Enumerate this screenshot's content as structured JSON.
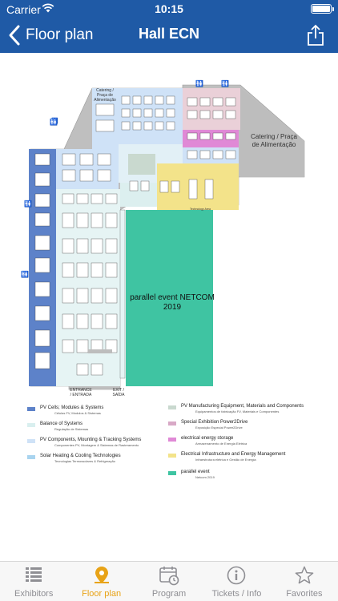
{
  "status_bar": {
    "carrier": "Carrier",
    "time": "10:15"
  },
  "nav": {
    "back_label": "Floor plan",
    "title": "Hall ECN"
  },
  "floor_plan": {
    "catering_left": "Catering / Praça de Alimentação",
    "catering_right": "Catering / Praça de Alimentação",
    "parallel_event": "parallel event NETCOM 2019",
    "entrance": "ENTRANCE / ENTRADA",
    "exit": "EXIT / SAÍDA",
    "tech_area": "Technology Area"
  },
  "legend": [
    {
      "label": "PV Cells; Modules & Systems",
      "sub": "Células FV, Modulos & Sistemas",
      "color": "#5d82c9"
    },
    {
      "label": "Balance of Systems",
      "sub": "Regulação de Sistemas",
      "color": "#d9efef"
    },
    {
      "label": "PV Components, Mounting & Tracking Systems",
      "sub": "Componentes PV, Montagem & Sistemas de Rastreamento",
      "color": "#cfe2f7"
    },
    {
      "label": "Solar Heating & Cooling Technologies",
      "sub": "Tecnologias Termossolares & Refrigeração",
      "color": "#a9d4ef"
    },
    {
      "label": "PV Manufacturing Equipment, Materials and Components",
      "sub": "Equipamentos de fabricação FV, Materiais e Componentes",
      "color": "#c9d9cf"
    },
    {
      "label": "Special Exhibition Power2Drive",
      "sub": "Exposição Especial Power2Drive",
      "color": "#d8a9c6"
    },
    {
      "label": "electrical energy storage",
      "sub": "Armazenamento de Energia Elétrica",
      "color": "#e089d6"
    },
    {
      "label": "Electrical Infrastructure and Energy Management",
      "sub": "Infraestrutura elétrica e Gestão de Energia",
      "color": "#f3e38a"
    },
    {
      "label": "parallel event",
      "sub": "Netcom 2019",
      "color": "#3fc4a2"
    }
  ],
  "tabs": [
    {
      "label": "Exhibitors",
      "icon": "list-icon"
    },
    {
      "label": "Floor plan",
      "icon": "map-pin-icon"
    },
    {
      "label": "Program",
      "icon": "calendar-clock-icon"
    },
    {
      "label": "Tickets / Info",
      "icon": "info-icon"
    },
    {
      "label": "Favorites",
      "icon": "star-icon"
    }
  ],
  "colors": {
    "nav_bar": "#1f5aa6",
    "tab_active": "#e8a317",
    "tab_inactive": "#8e8e93"
  }
}
